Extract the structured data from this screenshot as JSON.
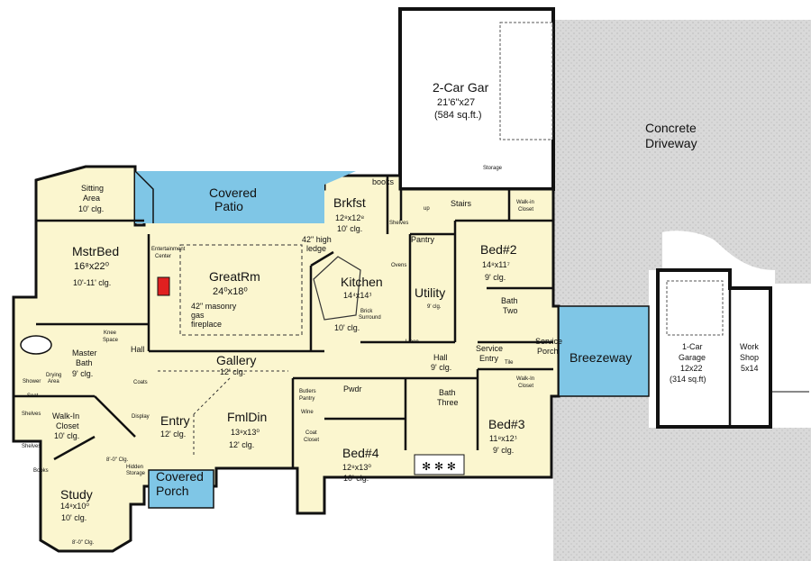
{
  "colors": {
    "room": "#fbf6cf",
    "covered": "#7fc6e6",
    "driveway": "#d9d9d9",
    "wall": "#111111",
    "fireplace": "#e02020"
  },
  "rooms": {
    "garage2": {
      "name": "2-Car Gar",
      "size": "21'6\"x27",
      "area": "(584 sq.ft.)"
    },
    "driveway": {
      "name1": "Concrete",
      "name2": "Driveway"
    },
    "sitting": {
      "name1": "Sitting",
      "name2": "Area",
      "ceiling": "10' clg."
    },
    "covered_patio": {
      "name1": "Covered",
      "name2": "Patio"
    },
    "books_top": "books",
    "brkfst": {
      "name": "Brkfst",
      "size": "12⁸x12⁸",
      "ceiling": "10' clg."
    },
    "ledge": {
      "line1": "42\" high",
      "line2": "ledge"
    },
    "entertainment": {
      "line1": "Entertainment",
      "line2": "Center"
    },
    "mstr_bed": {
      "name": "MstrBed",
      "size": "16⁸x22⁰",
      "ceiling": "10'-11' clg."
    },
    "great_rm": {
      "name": "GreatRm",
      "size": "24⁰x18⁰",
      "note1": "42\" masonry",
      "note2": "gas",
      "note3": "fireplace"
    },
    "kitchen": {
      "name": "Kitchen",
      "size": "14⁴x14⁳",
      "ceiling": "10' clg."
    },
    "pantry": "Pantry",
    "utility": {
      "name": "Utility",
      "ceiling": "9' clg."
    },
    "bed2": {
      "name": "Bed#2",
      "size": "14⁸x11⁷",
      "ceiling": "9' clg."
    },
    "bath_two": {
      "line1": "Bath",
      "line2": "Two"
    },
    "walkin_closet_top": {
      "line1": "Walk-in",
      "line2": "Closet"
    },
    "storage": "Storage",
    "stairs": "Stairs",
    "up": "up",
    "shelves": "Shelves",
    "ovens": "Ovens",
    "brick": {
      "line1": "Brick",
      "line2": "Surround"
    },
    "service_porch": {
      "line1": "Service",
      "line2": "Porch"
    },
    "service_entry": {
      "line1": "Service",
      "line2": "Entry"
    },
    "breezeway": "Breezeway",
    "hall_right": {
      "name": "Hall",
      "ceiling": "9' clg."
    },
    "linen": "Linen",
    "tile": "Tile",
    "master_bath": {
      "line1": "Master",
      "line2": "Bath",
      "ceiling": "9' clg."
    },
    "knee_space": {
      "line1": "Knee",
      "line2": "Space"
    },
    "hall_left": "Hall",
    "coats": "Coats",
    "drying": {
      "line1": "Drying",
      "line2": "Area"
    },
    "shower": "Shower",
    "seat": "Seat",
    "shelves_left": "Shelves",
    "walkin_left": {
      "line1": "Walk-In",
      "line2": "Closet",
      "ceiling": "10' clg."
    },
    "display": "Display",
    "gallery": {
      "name": "Gallery",
      "ceiling": "12' clg."
    },
    "entry": {
      "name": "Entry",
      "ceiling": "12' clg."
    },
    "fml_din": {
      "name": "FmlDin",
      "size": "13⁸x13⁰",
      "ceiling": "12' clg."
    },
    "butlers": {
      "line1": "Butlers",
      "line2": "Pantry"
    },
    "wine": "Wine",
    "coat_closet": {
      "line1": "Coat",
      "line2": "Closet"
    },
    "pwdr": "Pwdr",
    "bath_three": {
      "line1": "Bath",
      "line2": "Three"
    },
    "bed3": {
      "name": "Bed#3",
      "size": "11⁸x12⁳",
      "ceiling": "9' clg."
    },
    "walkin_closet_right": {
      "line1": "Walk-In",
      "line2": "Closet"
    },
    "bed4": {
      "name": "Bed#4",
      "size": "12⁸x13⁰",
      "ceiling": "10' clg."
    },
    "shelves_bottom": "Shelves",
    "books_study": "Books",
    "clg_8": "8'-0\" Clg.",
    "hidden_storage": {
      "line1": "Hidden",
      "line2": "Storage"
    },
    "covered_porch": {
      "line1": "Covered",
      "line2": "Porch"
    },
    "study": {
      "name": "Study",
      "size": "14⁸x10⁰",
      "ceiling": "10' clg."
    },
    "study_clg": "8'-0\" Clg.",
    "garage1": {
      "name1": "1-Car",
      "name2": "Garage",
      "size": "12x22",
      "area": "(314 sq.ft)"
    },
    "workshop": {
      "name1": "Work",
      "name2": "Shop",
      "size": "5x14"
    }
  }
}
